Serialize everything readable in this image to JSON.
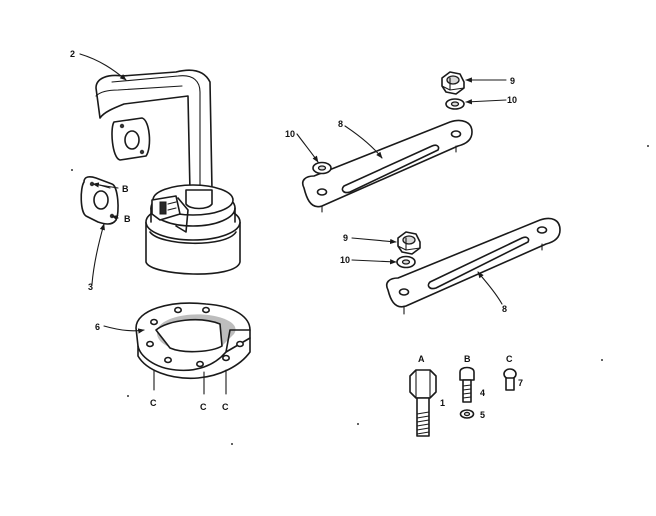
{
  "labels": {
    "exhaust_pipe": "2",
    "gasket": "3",
    "muffler_bracket": "6",
    "tab": "B",
    "strap_upper": "8",
    "strap_lower": "8",
    "washer_upper_top": "10",
    "washer_upper_left": "10",
    "washer_lower": "10",
    "nut_upper": "9",
    "nut_lower": "9",
    "bolt_a_letter": "A",
    "bolt_a_num": "1",
    "screw_b_letter": "B",
    "screw_b_num": "4",
    "washer_b_num": "5",
    "screw_c_letter": "C",
    "screw_c_num": "7",
    "tab_c": "C"
  }
}
